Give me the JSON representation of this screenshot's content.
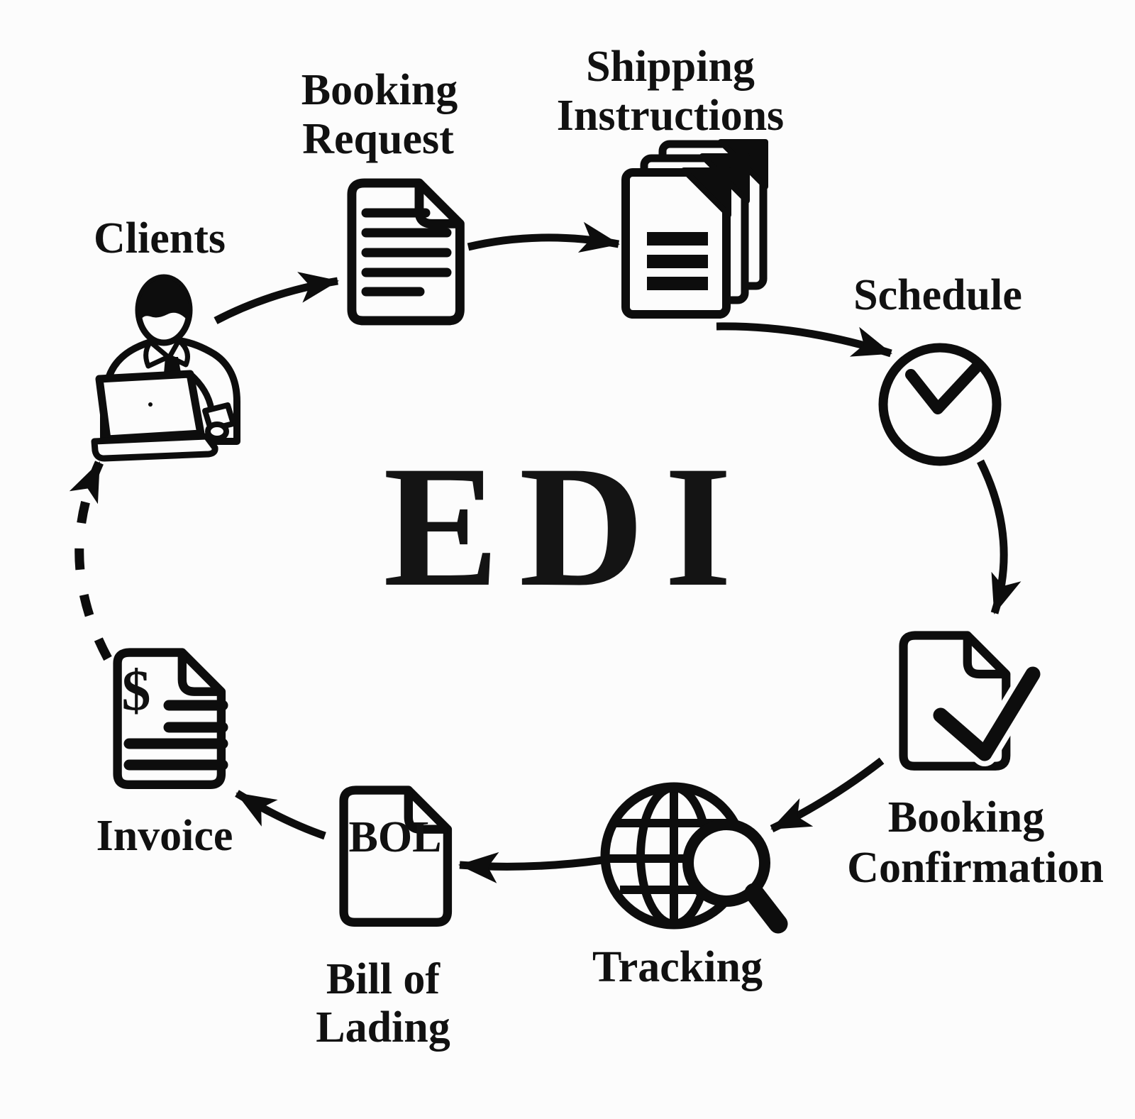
{
  "diagram": {
    "center_title": "EDI",
    "background": "#fcfcfc",
    "ink": "#0d0d0d",
    "nodes": {
      "clients": {
        "label": "Clients",
        "icon": "person-at-laptop-icon"
      },
      "booking_request": {
        "line1": "Booking",
        "line2": "Request",
        "icon": "document-icon"
      },
      "shipping_instructions": {
        "line1": "Shipping",
        "line2": "Instructions",
        "icon": "document-stack-icon"
      },
      "schedule": {
        "label": "Schedule",
        "icon": "clock-check-icon"
      },
      "booking_confirmation": {
        "line1": "Booking",
        "line2": "Confirmation",
        "icon": "document-checkmark-icon"
      },
      "tracking": {
        "label": "Tracking",
        "icon": "globe-magnifier-icon"
      },
      "bill_of_lading": {
        "line1": "Bill of",
        "line2": "Lading",
        "doc_text": "BOL",
        "icon": "bol-document-icon"
      },
      "invoice": {
        "label": "Invoice",
        "doc_symbol": "$",
        "icon": "invoice-document-icon"
      }
    },
    "arrows": [
      {
        "from": "clients",
        "to": "booking_request",
        "style": "solid"
      },
      {
        "from": "booking_request",
        "to": "shipping_instructions",
        "style": "solid"
      },
      {
        "from": "shipping_instructions",
        "to": "schedule",
        "style": "solid"
      },
      {
        "from": "schedule",
        "to": "booking_confirmation",
        "style": "solid"
      },
      {
        "from": "booking_confirmation",
        "to": "tracking",
        "style": "solid"
      },
      {
        "from": "tracking",
        "to": "bill_of_lading",
        "style": "solid"
      },
      {
        "from": "bill_of_lading",
        "to": "invoice",
        "style": "solid"
      },
      {
        "from": "invoice",
        "to": "clients",
        "style": "dashed"
      }
    ]
  }
}
